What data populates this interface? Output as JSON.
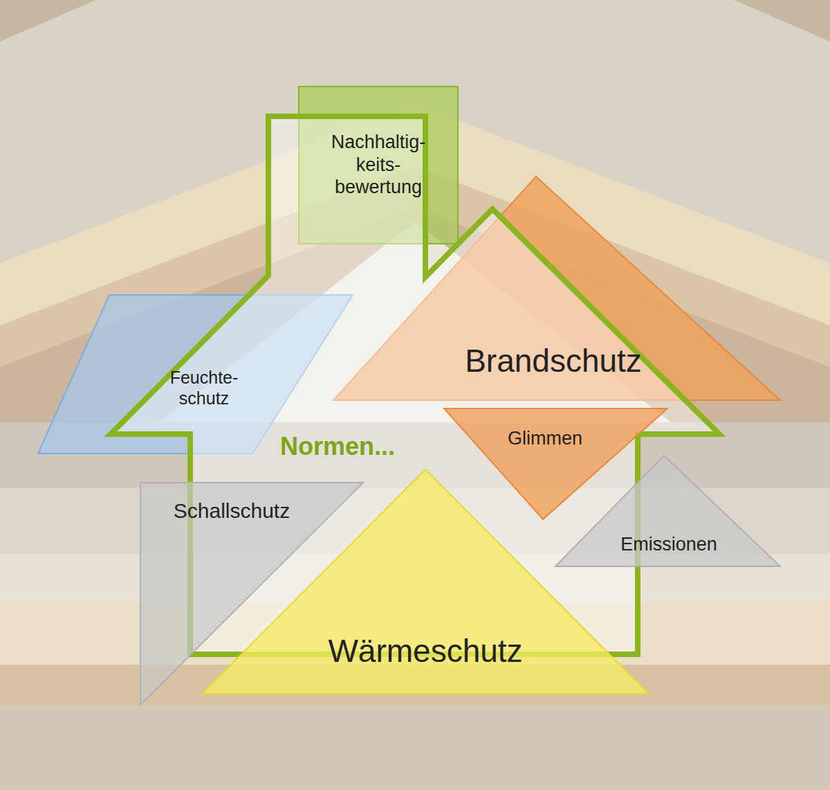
{
  "diagram": {
    "nodes": [
      {
        "text": [
          "Nachhaltig- keits- bewertung"
        ]
      },
      {
        "text": [
          "Brandschutz"
        ]
      },
      {
        "text": [
          "Feuchte- schutz"
        ]
      },
      {
        "text": [
          "Normen..."
        ]
      },
      {
        "text": [
          "Glimmen"
        ]
      },
      {
        "text": [
          "Schallschutz"
        ]
      },
      {
        "text": [
          "Emissionen"
        ]
      },
      {
        "text": [
          "Wärmeschutz"
        ]
      }
    ]
  }
}
